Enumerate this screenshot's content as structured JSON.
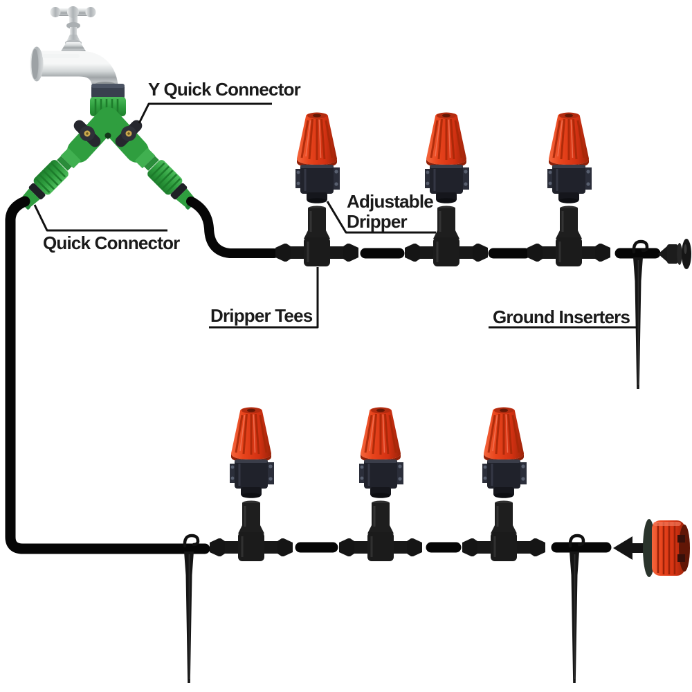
{
  "figure": {
    "kind": "product-assembly-diagram",
    "subject": "Garden drip irrigation micro-dripper kit connected to a tap"
  },
  "labels": {
    "y_quick_connector": "Y Quick Connector",
    "quick_connector": "Quick Connector",
    "adjustable_dripper_line1": "Adjustable",
    "adjustable_dripper_line2": "Dripper",
    "dripper_tees": "Dripper Tees",
    "ground_inserters": "Ground Inserters"
  },
  "parts_depicted": {
    "faucet": 1,
    "y_quick_connector": 1,
    "quick_connector": 2,
    "adjustable_dripper": 6,
    "dripper_tee": 6,
    "ground_inserter": 3,
    "hose_end_plug": 1,
    "end_line_red_dripper": 1,
    "tubing_rows": 2
  },
  "colors": {
    "background": "#ffffff",
    "label_text": "#1a1a1a",
    "leader_line": "#111111",
    "tubing_black": "#060606",
    "connector_green": "#2f9e3f",
    "connector_green_dark": "#1d7c2b",
    "dripper_cap_red": "#d93317",
    "dripper_cap_red_light": "#f2552c",
    "plastic_black": "#1e1f26",
    "faucet_chrome": "#c9cdcf"
  }
}
